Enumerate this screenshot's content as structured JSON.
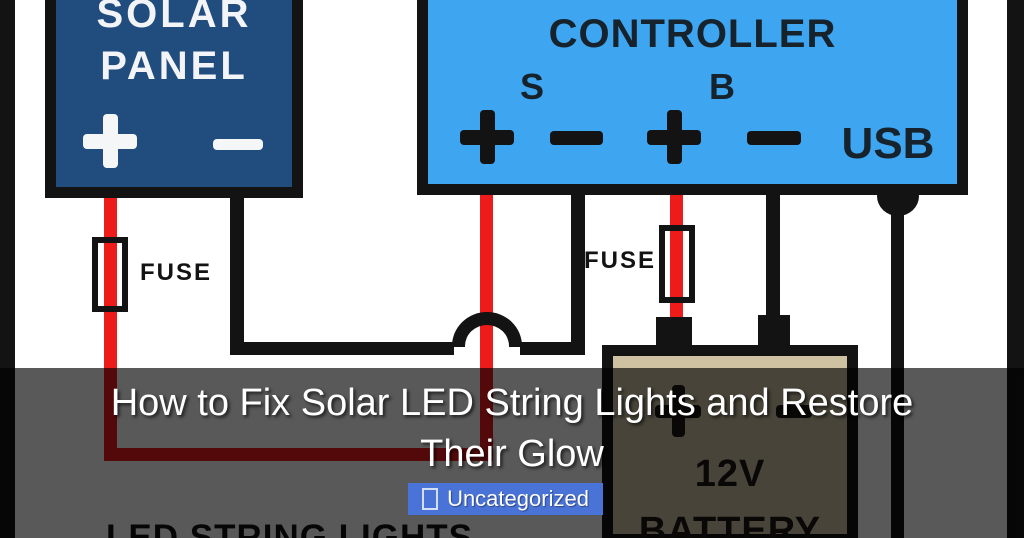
{
  "overlay": {
    "title_line1": "How to Fix Solar LED String Lights and Restore",
    "title_line2": "Their Glow",
    "category": "Uncategorized"
  },
  "diagram": {
    "solar_panel": {
      "line1": "SOLAR",
      "line2": "PANEL"
    },
    "controller": {
      "title": "CONTROLLER",
      "s": "S",
      "b": "B",
      "usb": "USB"
    },
    "fuses": {
      "left": "FUSE",
      "right": "FUSE"
    },
    "battery": {
      "voltage": "12V",
      "name": "BATTERY"
    },
    "led": "LED STRING LIGHTS",
    "colors": {
      "panel_fill": "#204c7e",
      "controller_fill": "#3ea6f0",
      "battery_fill": "#cfc2a3",
      "wire_red": "#ee1b1b",
      "wire_black": "#131313",
      "badge_bg": "#4a73d8",
      "overlay": "rgba(0,0,0,0.65)"
    }
  }
}
